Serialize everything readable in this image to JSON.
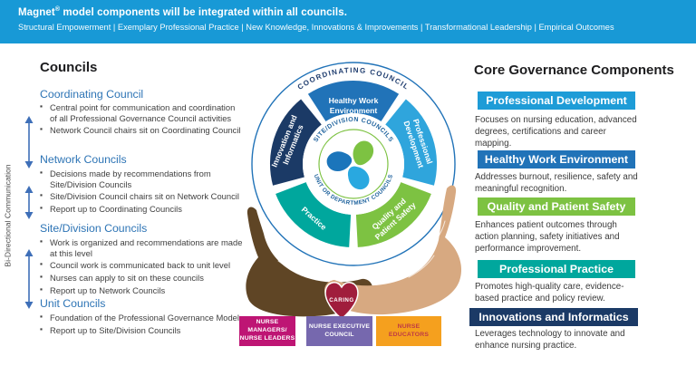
{
  "banner": {
    "bg": "#1899D6",
    "title_brand": "Magnet",
    "title_reg": "®",
    "title_rest": " model components will be integrated within all councils.",
    "subtitle": "Structural Empowerment | Exemplary Professional Practice | New Knowledge, Innovations & Improvements | Transformational Leadership | Empirical Outcomes"
  },
  "left": {
    "heading": "Councils",
    "side_label": "Bi-Directional Communication",
    "arrow_color": "#3e6fb8",
    "sections": [
      {
        "title": "Coordinating Council",
        "bullets": [
          "Central point for communication and coordination of all Professional Governance Council activities",
          "Network Council chairs sit on Coordinating Council"
        ]
      },
      {
        "title": "Network Councils",
        "bullets": [
          "Decisions made by recommendations from Site/Division Councils",
          "Site/Division Council chairs sit on Network Council",
          "Report up to Coordinating Councils"
        ]
      },
      {
        "title": "Site/Division Councils",
        "bullets": [
          "Work is organized and recommendations are made at this level",
          "Council work is communicated back to unit level",
          "Nurses can apply to sit on these councils",
          "Report up to Network Councils"
        ]
      },
      {
        "title": "Unit Councils",
        "bullets": [
          "Foundation of the Professional Governance Model",
          "Report up to Site/Division Councils"
        ]
      }
    ]
  },
  "diagram": {
    "outer_ring_label": "COORDINATING COUNCIL",
    "inner_top_label": "SITE/DIVISION COUNCILS",
    "inner_bottom_label": "UNIT OR DEPARTMENT COUNCILS",
    "ring_stroke": "#2173B8",
    "inner_circle_stroke": "#7DC242",
    "wedges": [
      {
        "name": "Healthy Work Environment",
        "color": "#2173B8",
        "lines": [
          "Healthy Work",
          "Environment"
        ]
      },
      {
        "name": "Professional Development",
        "color": "#2FA5DC",
        "lines": [
          "Professional",
          "Development"
        ]
      },
      {
        "name": "Quality and Patient Safety",
        "color": "#7DC242",
        "lines": [
          "Quality and",
          "Patient Safety"
        ]
      },
      {
        "name": "Practice",
        "color": "#00A79D",
        "lines": [
          "Practice"
        ]
      },
      {
        "name": "Innovation and Informatics",
        "color": "#1B3A66",
        "lines": [
          "Innovation and",
          "Informatics"
        ]
      }
    ],
    "logo_colors": {
      "green": "#7DC242",
      "light_blue": "#29A8E0",
      "dark_blue": "#1B75BB"
    },
    "hands": {
      "left_color": "#5F4525",
      "right_color": "#D7A981"
    },
    "heart": {
      "label": "CARING",
      "color": "#A01D3C"
    },
    "boxes": [
      {
        "lines": [
          "NURSE MANAGERS/",
          "NURSE LEADERS"
        ],
        "bg": "#BE1574",
        "text_color": "#FFFFFF"
      },
      {
        "lines": [
          "NURSE EXECUTIVE",
          "COUNCIL"
        ],
        "bg": "#7668AE",
        "text_color": "#FFFFFF"
      },
      {
        "lines": [
          "NURSE",
          "EDUCATORS"
        ],
        "bg": "#F5A01E",
        "text_color": "#BE3A45"
      }
    ]
  },
  "right": {
    "heading": "Core Governance Components",
    "components": [
      {
        "title": "Professional Development",
        "color": "#1E9CD7",
        "description": "Focuses on nursing education, advanced degrees, certifications and career mapping."
      },
      {
        "title": "Healthy Work Environment",
        "color": "#2173B8",
        "description": "Addresses burnout, resilience, safety and meaningful recognition."
      },
      {
        "title": "Quality and Patient Safety",
        "color": "#7DC242",
        "description": "Enhances patient outcomes through action planning, safety initiatives and performance improvement."
      },
      {
        "title": "Professional Practice",
        "color": "#00A79D",
        "description": "Promotes high-quality care, evidence-based practice and policy review."
      },
      {
        "title": "Innovations and Informatics",
        "color": "#1B3A66",
        "description": "Leverages technology to innovate and enhance nursing practice."
      }
    ]
  }
}
